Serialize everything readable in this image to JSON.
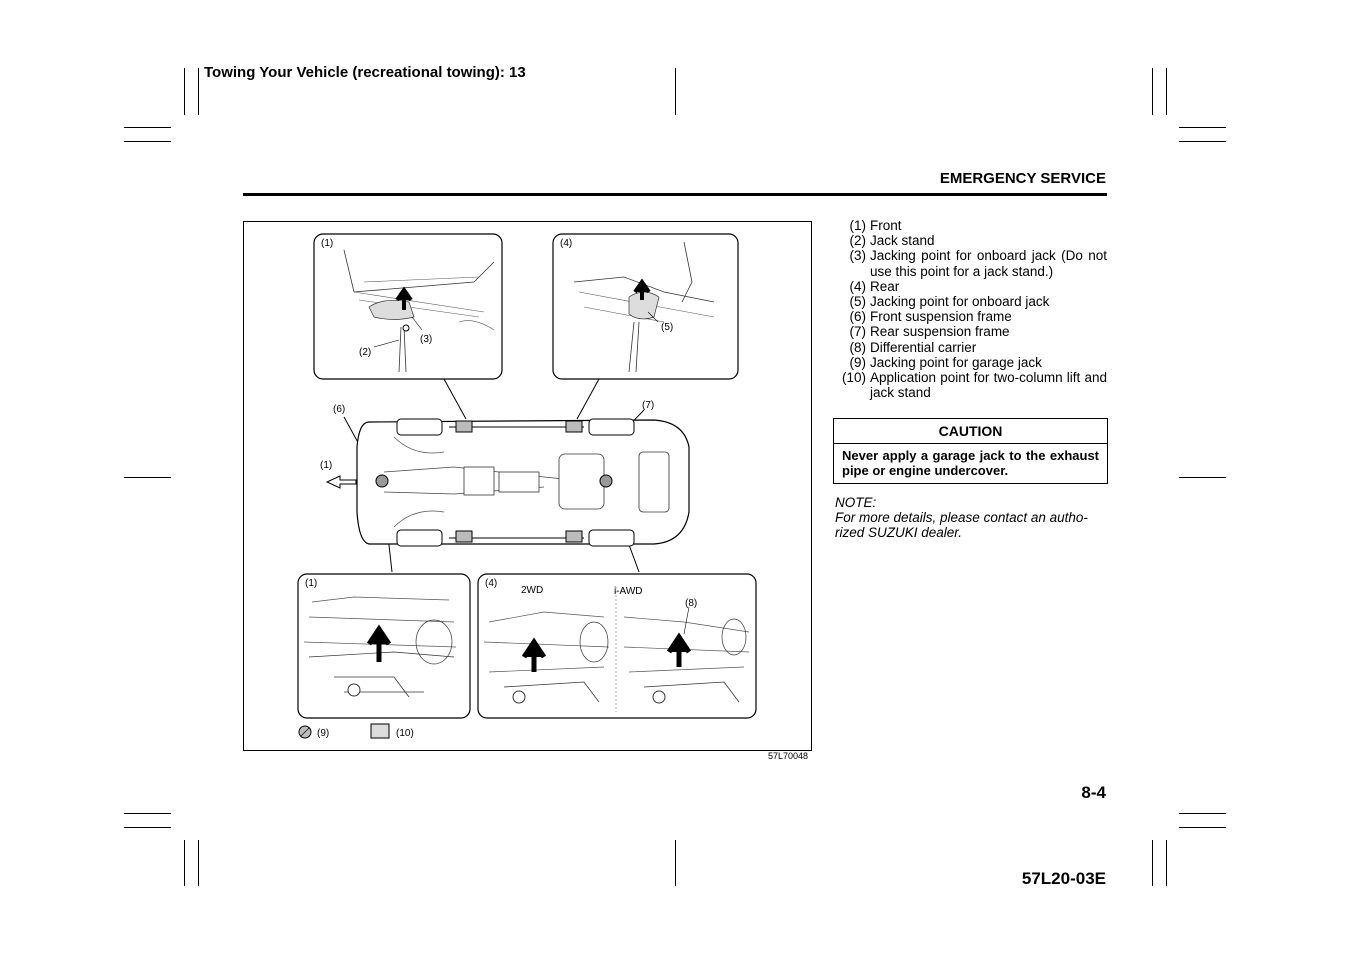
{
  "header": {
    "running_title": "Towing Your Vehicle (recreational towing): 13",
    "section": "EMERGENCY SERVICE"
  },
  "figure": {
    "callouts": {
      "front": "(1)",
      "jack_stand": "(2)",
      "jacking_point_onboard_front": "(3)",
      "rear": "(4)",
      "jacking_point_onboard": "(5)",
      "front_suspension_frame": "(6)",
      "rear_suspension_frame": "(7)",
      "differential_carrier": "(8)",
      "garage_jack_point": "(9)",
      "two_column_lift_point": "(10)"
    },
    "variants": {
      "two_wd": "2WD",
      "i_awd": "i-AWD"
    },
    "code": "57L70048"
  },
  "legend": {
    "items": [
      {
        "num": "(1)",
        "text": "Front"
      },
      {
        "num": "(2)",
        "text": "Jack stand"
      },
      {
        "num": "(3)",
        "text": "Jacking point for onboard jack (Do not use this point for a jack stand.)"
      },
      {
        "num": "(4)",
        "text": "Rear"
      },
      {
        "num": "(5)",
        "text": "Jacking point for onboard jack"
      },
      {
        "num": "(6)",
        "text": "Front suspension frame"
      },
      {
        "num": "(7)",
        "text": "Rear suspension frame"
      },
      {
        "num": "(8)",
        "text": "Differential carrier"
      },
      {
        "num": "(9)",
        "text": "Jacking point for garage jack"
      },
      {
        "num": "(10)",
        "text": "Application point for two-column lift and jack stand"
      }
    ]
  },
  "caution": {
    "title": "CAUTION",
    "text": "Never apply a garage jack to the exhaust pipe or engine undercover."
  },
  "note": {
    "label": "NOTE:",
    "text": "For more details, please contact an autho-rized SUZUKI dealer."
  },
  "footer": {
    "page": "8-4",
    "doc_code": "57L20-03E"
  }
}
